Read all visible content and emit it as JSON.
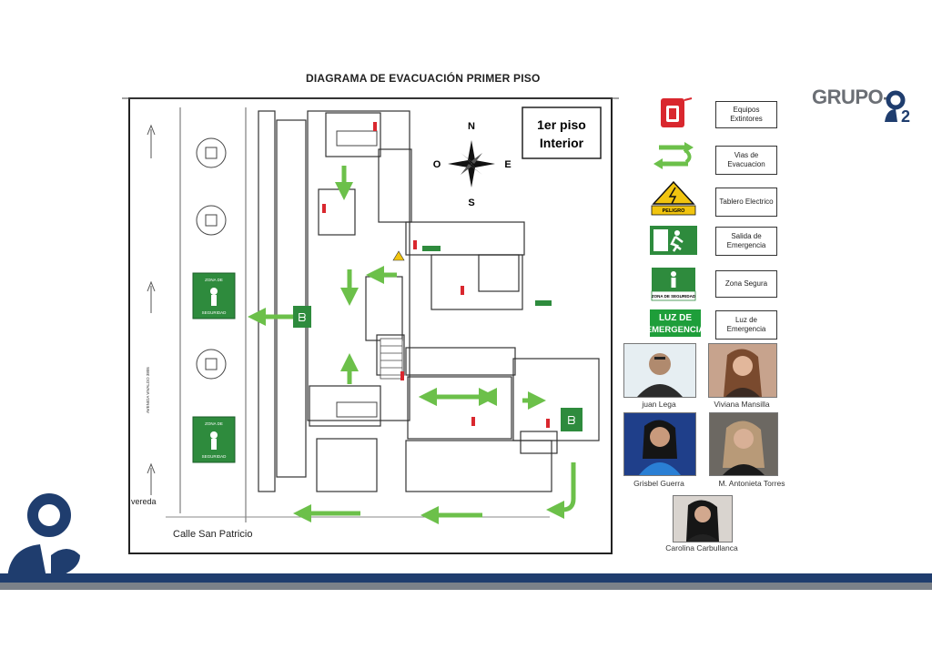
{
  "title": "DIAGRAMA DE EVACUACIÓN PRIMER PISO",
  "plan": {
    "floor_label_line1": "1er piso",
    "floor_label_line2": "Interior",
    "compass": {
      "n": "N",
      "s": "S",
      "e": "E",
      "o": "O"
    },
    "zona_seguridad_line1": "ZONA DE",
    "zona_seguridad_line2": "SEGURIDAD",
    "street_side_label": "AVENIDA VIVALDO 3805",
    "vereda": "vereda",
    "calle": "Calle San Patricio"
  },
  "legend": [
    {
      "icon": "fire-extinguisher-icon",
      "label": "Equipos Extintores"
    },
    {
      "icon": "evacuation-route-arrows-icon",
      "label": "Vias de Evacuacion"
    },
    {
      "icon": "high-voltage-panel-icon",
      "label": "Tablero Electrico",
      "sign_text": "PELIGRO"
    },
    {
      "icon": "emergency-exit-sign-icon",
      "label": "Salida de Emergencia"
    },
    {
      "icon": "safe-zone-sign-icon",
      "label": "Zona Segura",
      "sign_text": "ZONA DE SEGURIDAD"
    },
    {
      "icon": "emergency-light-icon",
      "label": "Luz de Emergencia",
      "sign_line1": "LUZ DE",
      "sign_line2": "EMERGENCIA"
    }
  ],
  "people": [
    {
      "name": "juan Lega"
    },
    {
      "name": "Viviana Mansilla"
    },
    {
      "name": "Grisbel Guerra"
    },
    {
      "name": "M. Antonieta Torres"
    },
    {
      "name": "Carolina Carbullanca"
    }
  ],
  "logo": {
    "text": "GRUPO-",
    "mark": "2"
  },
  "colors": {
    "green": "#6cc04a",
    "sign_green": "#2e8b3d",
    "extinguisher_red": "#d9272e",
    "navy": "#1f3d6e",
    "grey_band": "#7b8189",
    "logo_grey": "#6b6f75"
  }
}
